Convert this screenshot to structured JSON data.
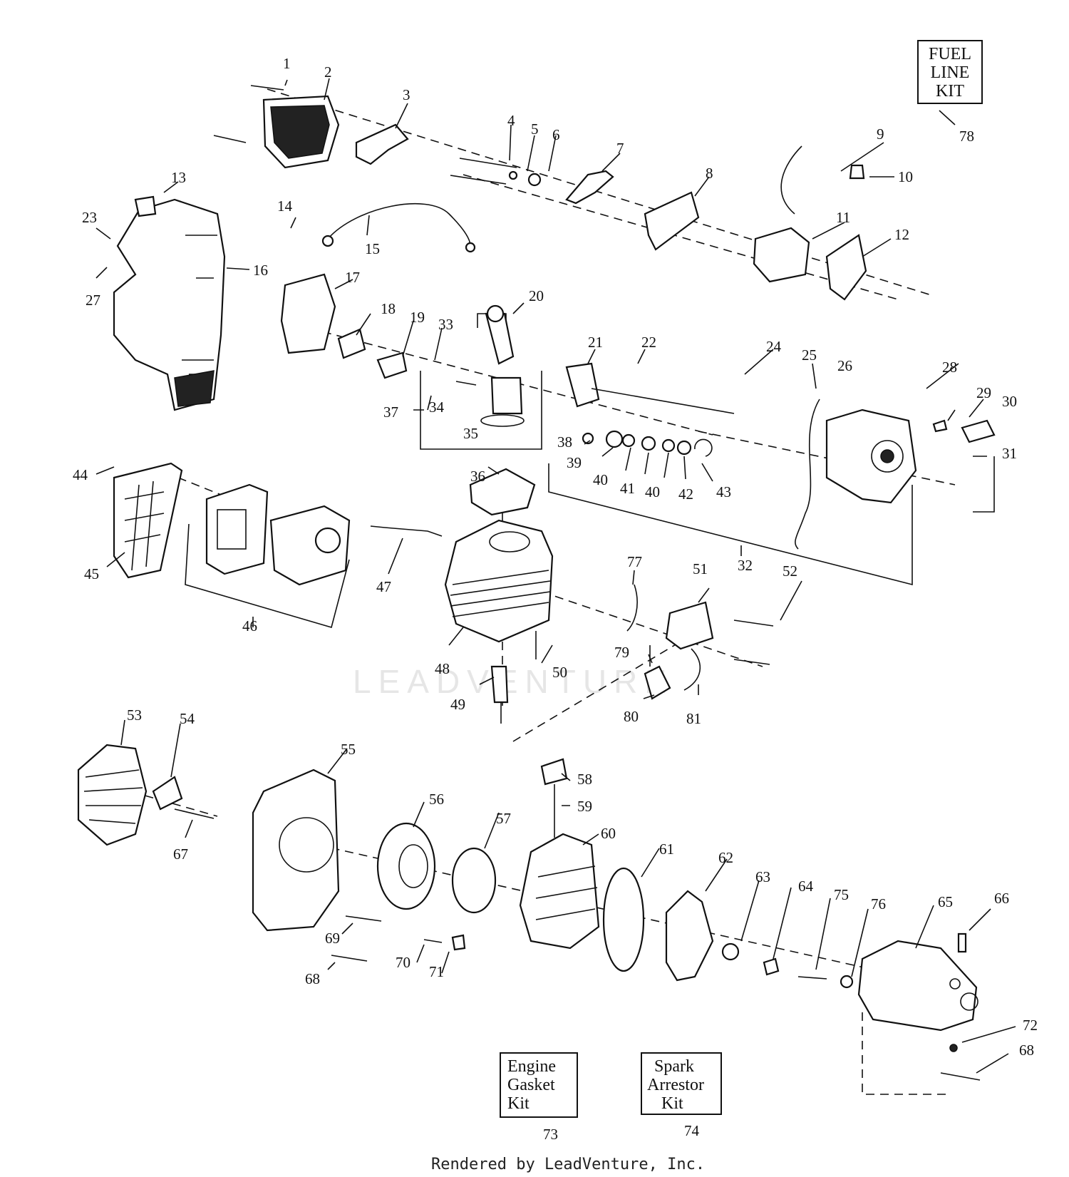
{
  "labels": {
    "p1": "1",
    "p2": "2",
    "p3": "3",
    "p4": "4",
    "p5": "5",
    "p6": "6",
    "p7": "7",
    "p8": "8",
    "p9": "9",
    "p10": "10",
    "p11": "11",
    "p12": "12",
    "p13": "13",
    "p14": "14",
    "p15": "15",
    "p16": "16",
    "p17": "17",
    "p18": "18",
    "p19": "19",
    "p20": "20",
    "p21": "21",
    "p22": "22",
    "p23": "23",
    "p24": "24",
    "p25": "25",
    "p26": "26",
    "p27": "27",
    "p28": "28",
    "p29": "29",
    "p30": "30",
    "p31": "31",
    "p32": "32",
    "p33": "33",
    "p34": "34",
    "p35": "35",
    "p36": "36",
    "p37": "37",
    "p38": "38",
    "p39": "39",
    "p40a": "40",
    "p41": "41",
    "p40b": "40",
    "p42": "42",
    "p43": "43",
    "p44": "44",
    "p45": "45",
    "p46": "46",
    "p47": "47",
    "p48": "48",
    "p49": "49",
    "p50": "50",
    "p51": "51",
    "p52": "52",
    "p53": "53",
    "p54": "54",
    "p55": "55",
    "p56": "56",
    "p57": "57",
    "p58": "58",
    "p59": "59",
    "p60": "60",
    "p61": "61",
    "p62": "62",
    "p63": "63",
    "p64": "64",
    "p65": "65",
    "p66": "66",
    "p67": "67",
    "p68a": "68",
    "p68b": "68",
    "p69": "69",
    "p70": "70",
    "p71": "71",
    "p72": "72",
    "p73": "73",
    "p74": "74",
    "p75": "75",
    "p76": "76",
    "p77": "77",
    "p78": "78",
    "p79": "79",
    "p80": "80",
    "p81": "81"
  },
  "kits": {
    "fuel_line": [
      "FUEL",
      "LINE",
      "KIT"
    ],
    "engine_gasket": [
      "Engine",
      "Gasket",
      "Kit"
    ],
    "spark_arrestor": [
      "Spark",
      "Arrestor",
      "Kit"
    ]
  },
  "watermark": "LEADVENTURE",
  "footer": "Rendered by LeadVenture, Inc."
}
